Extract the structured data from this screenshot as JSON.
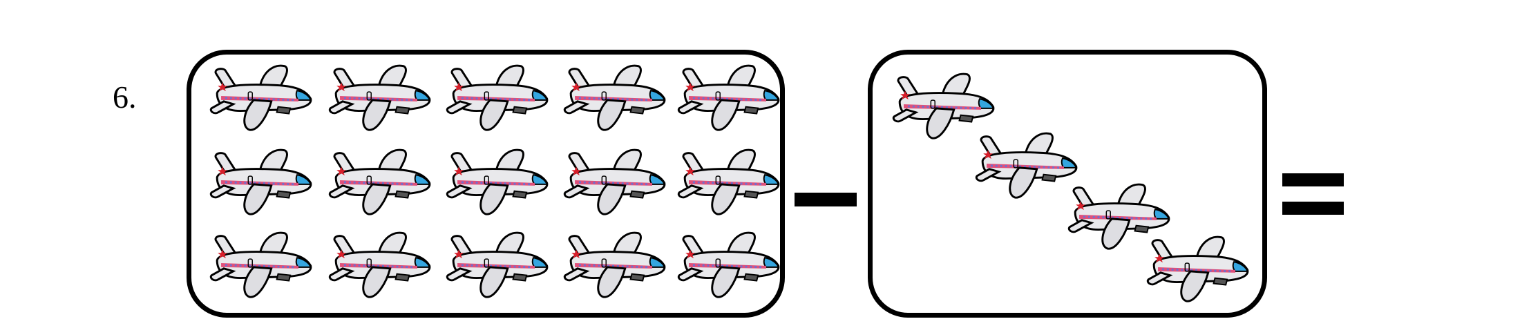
{
  "problem": {
    "number": "6."
  },
  "colors": {
    "outline": "#000000",
    "fuselage": "#e9e9ec",
    "stripe": "#e0507a",
    "dots": "#6f6fd0",
    "cockpit": "#35a6e0",
    "star": "#d81e2a"
  },
  "icons": {
    "item": "airplane-icon",
    "operator_minus": "minus-sign",
    "operator_equals": "equals-sign"
  },
  "groups": {
    "left": {
      "count": 15,
      "rows": 3,
      "columns": 5
    },
    "right": {
      "count": 4,
      "layout": "diagonal"
    }
  }
}
